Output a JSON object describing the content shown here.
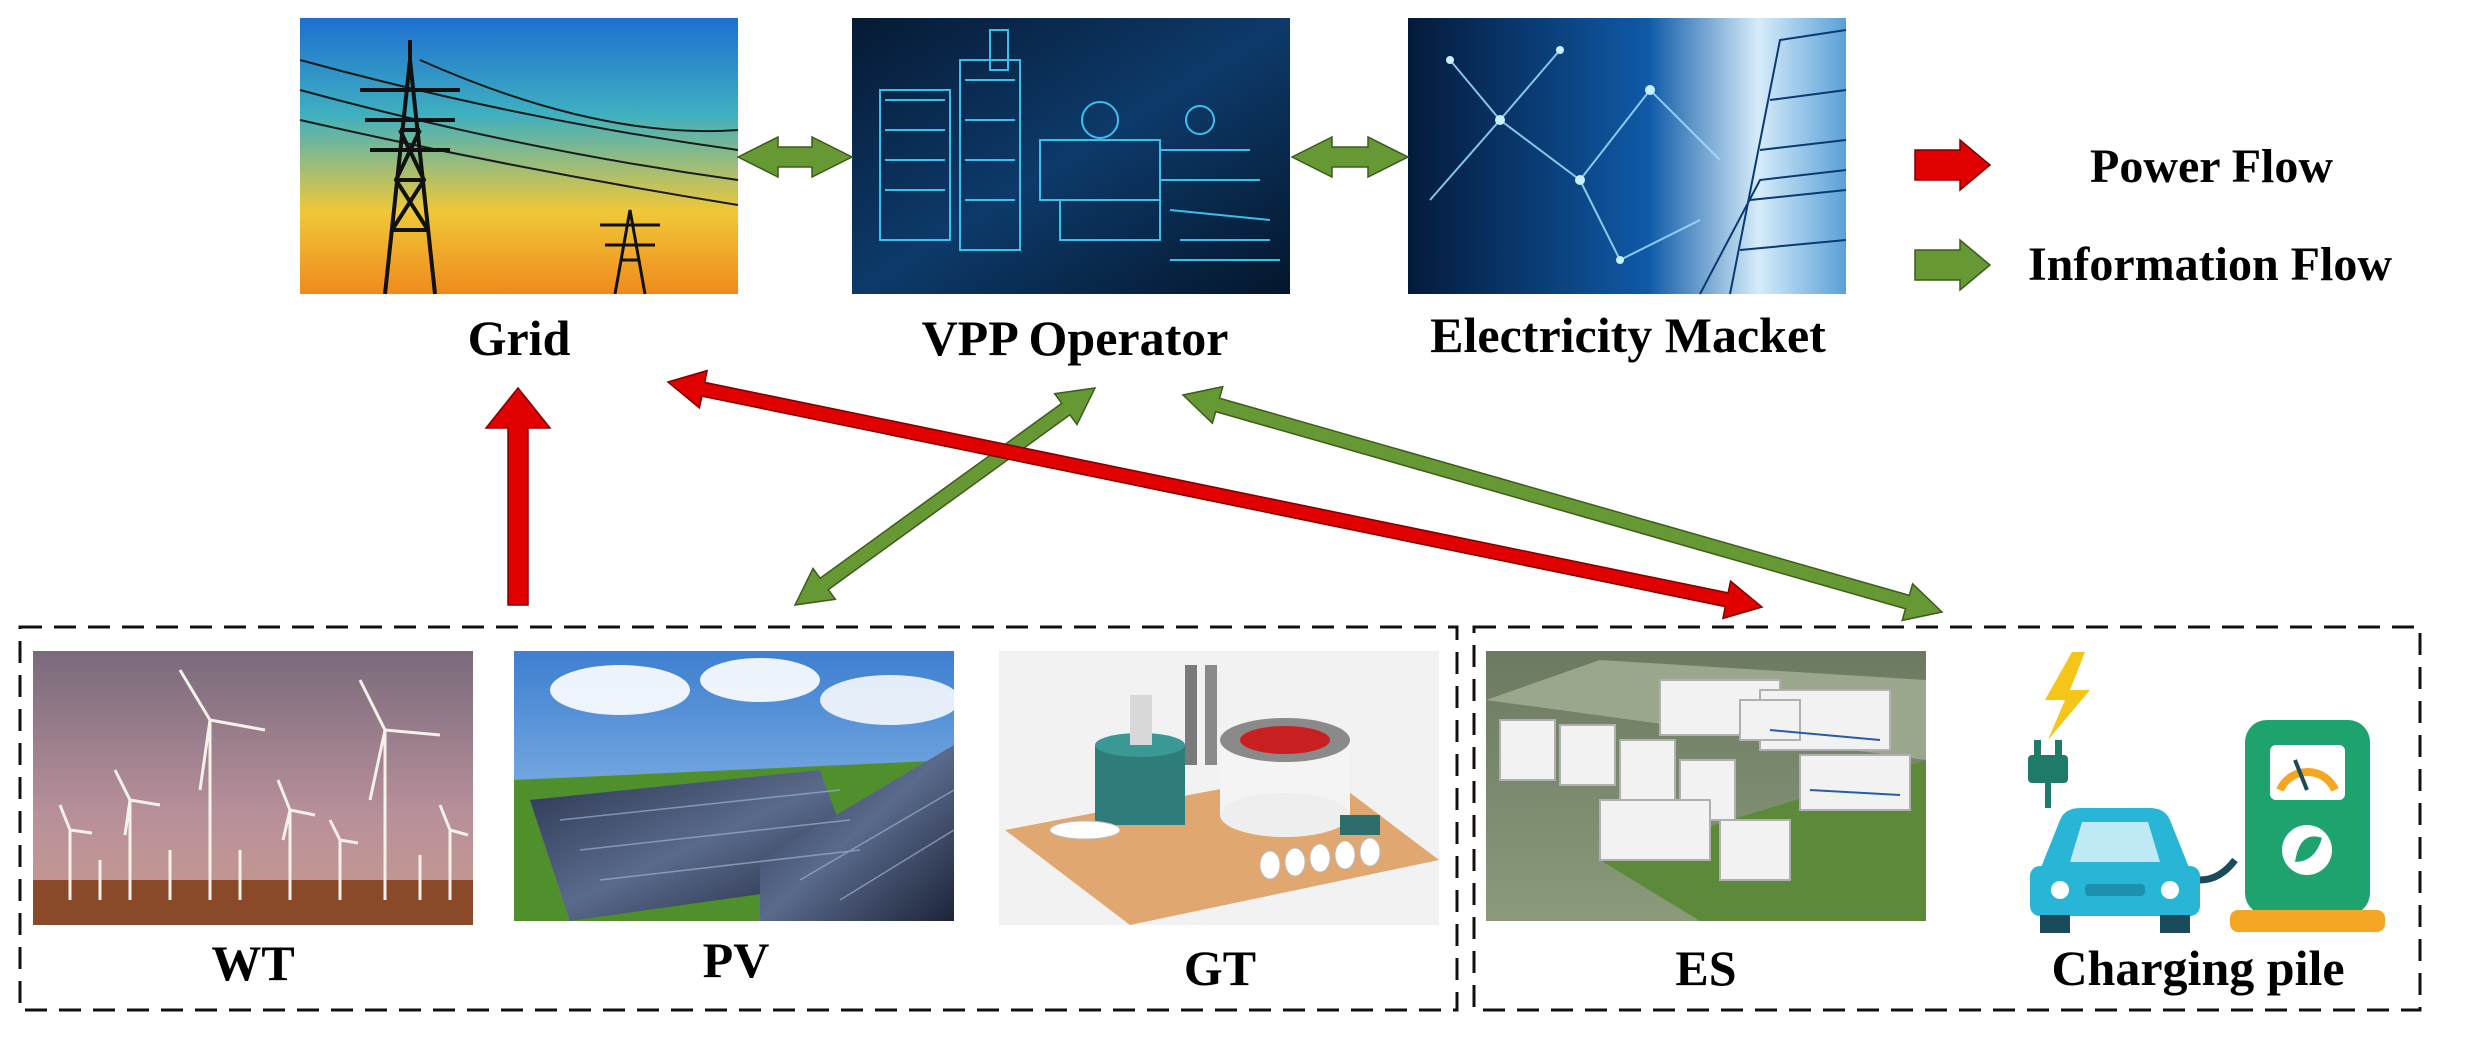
{
  "nodes": {
    "grid": {
      "label": "Grid",
      "icon": "transmission-tower-photo"
    },
    "vpp_operator": {
      "label": "VPP Operator",
      "icon": "power-plant-wireframe-photo"
    },
    "electricity_market": {
      "label": "Electricity Macket",
      "icon": "city-network-photo"
    },
    "wt": {
      "label": "WT",
      "icon": "wind-turbines-photo"
    },
    "pv": {
      "label": "PV",
      "icon": "solar-panels-photo"
    },
    "gt": {
      "label": "GT",
      "icon": "gas-turbine-model-photo"
    },
    "es": {
      "label": "ES",
      "icon": "battery-storage-photo"
    },
    "charging_pile": {
      "label": "Charging pile",
      "icon": "ev-charger-icon"
    }
  },
  "legend": {
    "power_flow": "Power Flow",
    "information_flow": "Information Flow"
  },
  "edges": [
    {
      "from": "grid",
      "to": "vpp_operator",
      "type": "information",
      "bidirectional": true
    },
    {
      "from": "vpp_operator",
      "to": "electricity_market",
      "type": "information",
      "bidirectional": true
    },
    {
      "from": "wt",
      "to": "grid",
      "type": "power",
      "bidirectional": false
    },
    {
      "from": "pv",
      "to": "vpp_operator",
      "type": "information",
      "bidirectional": true
    },
    {
      "from": "grid",
      "to": "es",
      "type": "power",
      "bidirectional": true
    },
    {
      "from": "vpp_operator",
      "to": "es",
      "type": "information",
      "bidirectional": true
    }
  ],
  "colors": {
    "power": "#e00000",
    "information": "#669933",
    "box_border": "#000000"
  }
}
